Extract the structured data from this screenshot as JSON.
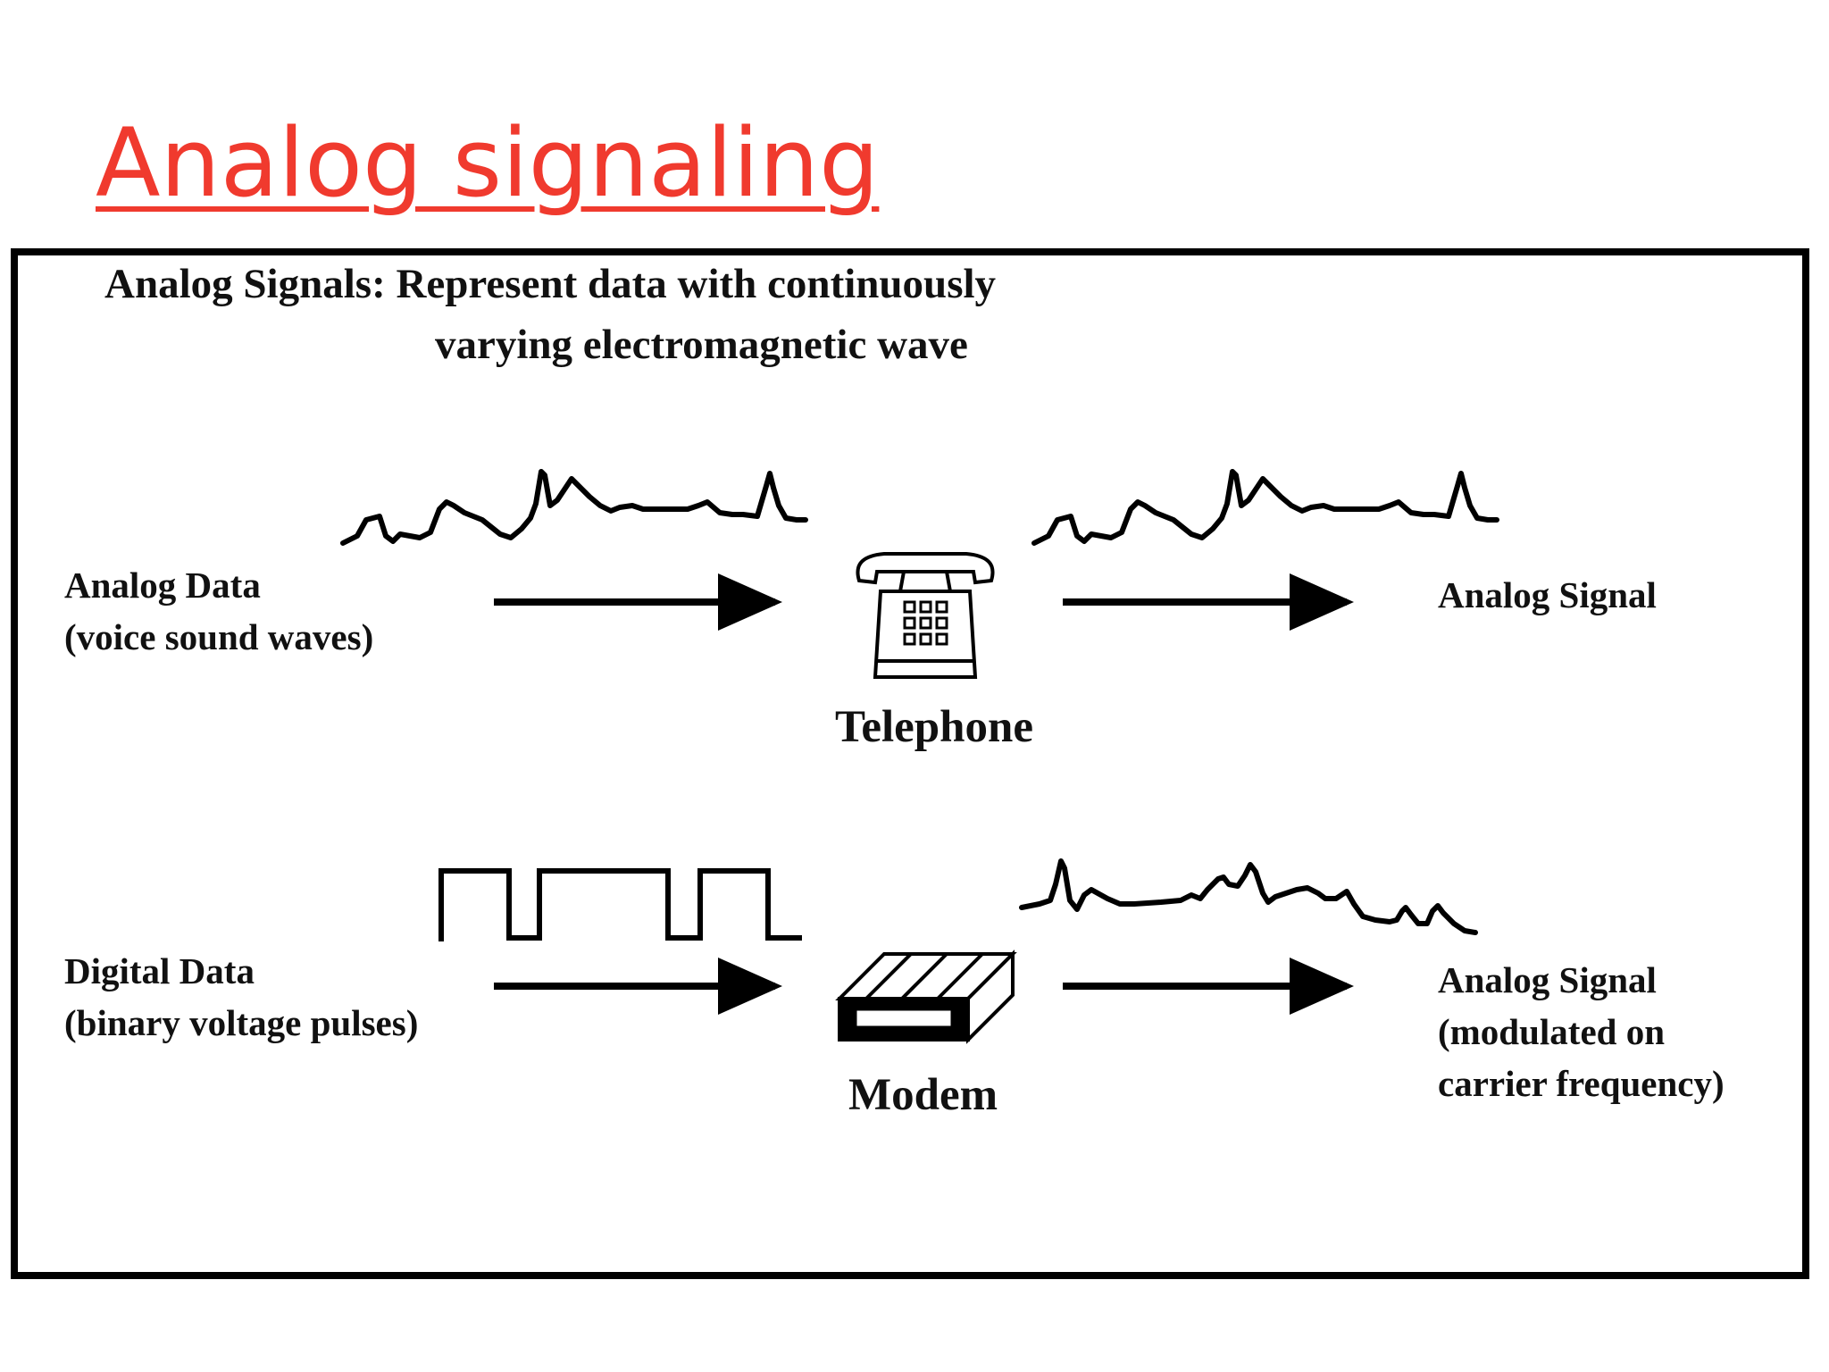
{
  "slide": {
    "title": "Analog signaling"
  },
  "diagram": {
    "heading_line1": "Analog Signals: Represent data with continuously",
    "heading_line2": "varying electromagnetic wave",
    "row1": {
      "input_label": "Analog Data",
      "input_sublabel": "(voice sound waves)",
      "device_label": "Telephone",
      "output_label": "Analog Signal"
    },
    "row2": {
      "input_label": "Digital Data",
      "input_sublabel": "(binary voltage pulses)",
      "device_label": "Modem",
      "output_label": "Analog Signal",
      "output_sublabel1": "(modulated on",
      "output_sublabel2": "carrier frequency)"
    }
  }
}
